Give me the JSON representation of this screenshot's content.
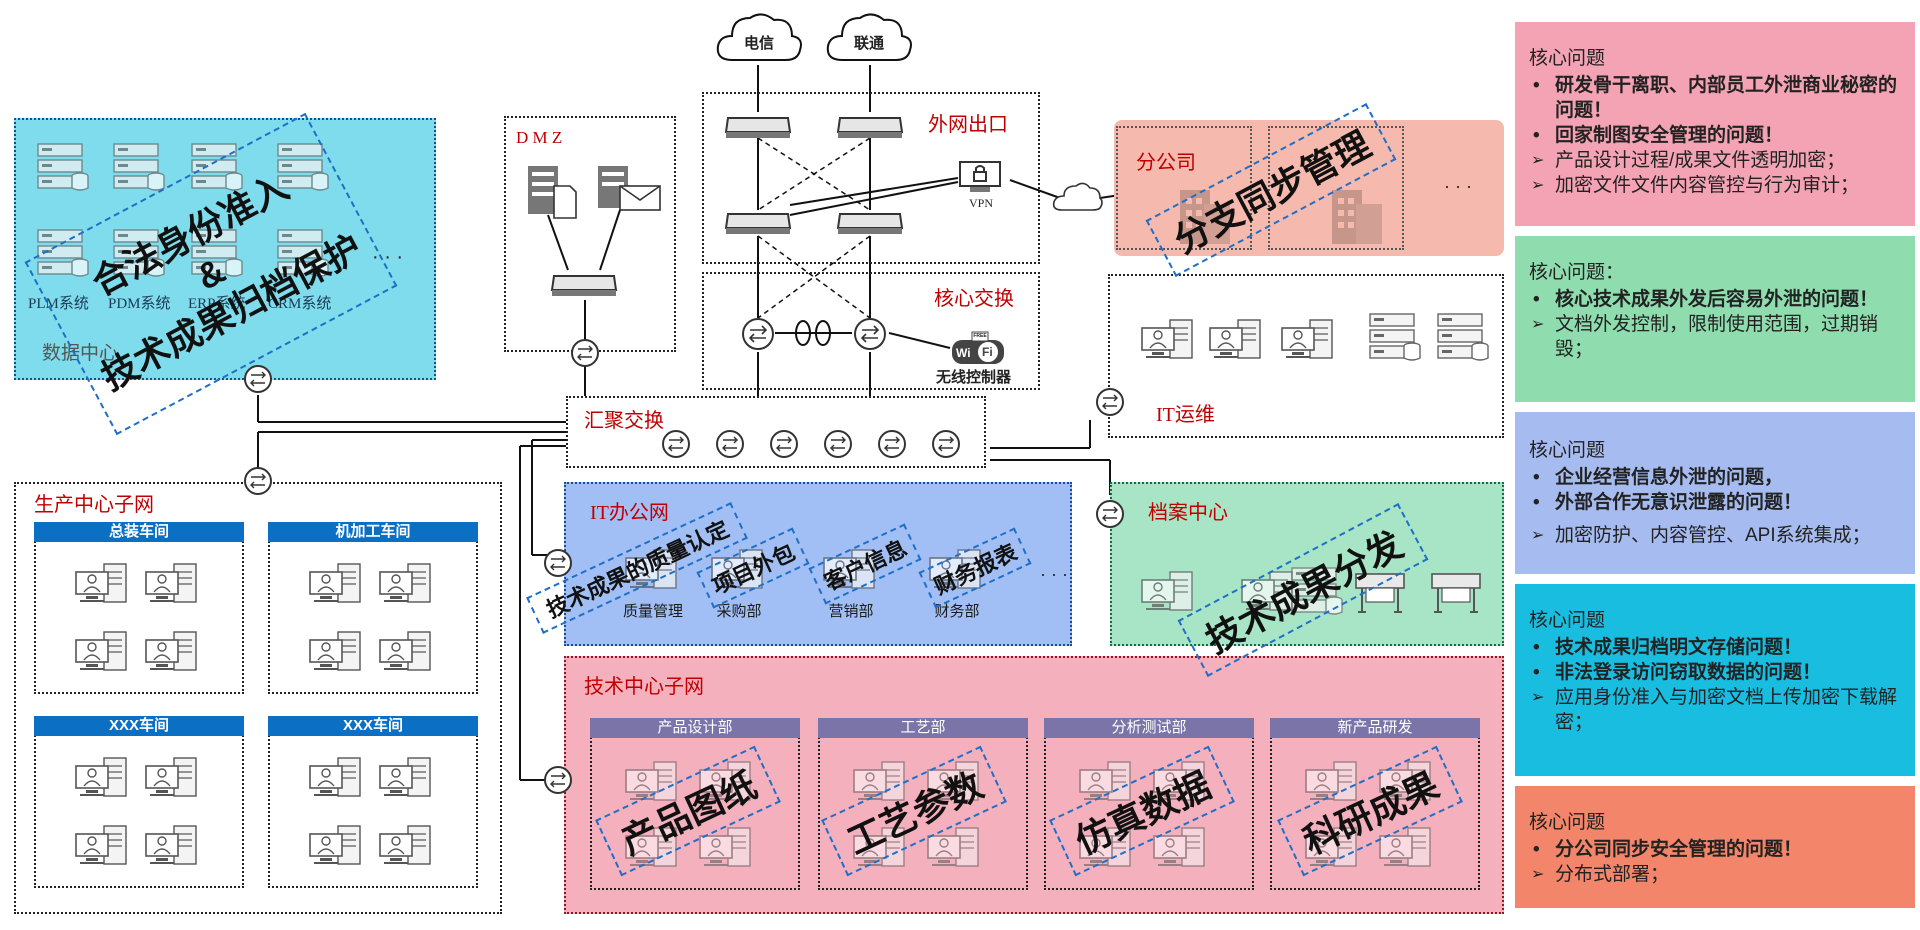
{
  "clouds": {
    "telecom": "电信",
    "unicom": "联通"
  },
  "zones": {
    "dmz": "D M Z",
    "wan_exit": "外网出口",
    "core_switch": "核心交换",
    "vpn": "VPN",
    "wireless": "无线控制器",
    "wifi_badge_top": "Wi",
    "wifi_badge_right": "Fi",
    "wifi_badge_free": "FREE",
    "branch": "分公司",
    "branch_more": "· · ·",
    "it_ops": "IT运维",
    "aggregation": "汇聚交换",
    "data_center": "数据中心",
    "production": "生产中心子网",
    "office": "IT办公网",
    "archive": "档案中心",
    "tech_center": "技术中心子网"
  },
  "data_center": {
    "systems": [
      "PLM系统",
      "PDM系统",
      "ERP系统",
      "CRM系统"
    ],
    "more": "· · ·"
  },
  "production": {
    "workshops": [
      "总装车间",
      "机加工车间",
      "XXX车间",
      "XXX车间"
    ]
  },
  "office": {
    "depts": [
      "质量管理",
      "采购部",
      "营销部",
      "财务部"
    ],
    "more": "· · ·"
  },
  "tech": {
    "depts": [
      "产品设计部",
      "工艺部",
      "分析测试部",
      "新产品研发"
    ]
  },
  "overlays": {
    "dc_line1": "合法身份准入",
    "dc_line2": "&",
    "dc_line3": "技术成果归档保护",
    "branch": "分支同步管理",
    "office1": "技术成果的质量认定",
    "office2": "项目外包",
    "office3": "客户信息",
    "office4": "财务报表",
    "archive": "技术成果分发",
    "tech1": "产品图纸",
    "tech2": "工艺参数",
    "tech3": "仿真数据",
    "tech4": "科研成果"
  },
  "panels": [
    {
      "color": "#f3a3b3",
      "title": "核心问题",
      "bold": [
        "研发骨干离职、内部员工外泄商业秘密的问题！",
        "回家制图安全管理的问题！"
      ],
      "items": [
        "产品设计过程/成果文件透明加密；",
        "加密文件文件内容管控与行为审计；"
      ]
    },
    {
      "color": "#8fdcae",
      "title": "核心问题：",
      "bold": [
        "核心技术成果外发后容易外泄的问题！"
      ],
      "items": [
        "文档外发控制，限制使用范围，过期销毁；"
      ]
    },
    {
      "color": "#a6bcf0",
      "title": "核心问题",
      "bold": [
        "企业经营信息外泄的问题，",
        "外部合作无意识泄露的问题！"
      ],
      "items": [
        "加密防护、内容管控、API系统集成；"
      ]
    },
    {
      "color": "#19bde0",
      "title": "核心问题",
      "bold": [
        "技术成果归档明文存储问题！",
        "非法登录访问窃取数据的问题！"
      ],
      "items": [
        "应用身份准入与加密文档上传加密下载解密；"
      ]
    },
    {
      "color": "#f2856a",
      "title": "核心问题",
      "bold": [
        "分公司同步安全管理的问题！"
      ],
      "items": [
        "分布式部署；"
      ]
    }
  ],
  "colors": {
    "data_center_bg": "#7fdcec",
    "office_bg": "#a2bff5",
    "archive_bg": "#a8e4c6",
    "tech_bg": "#f5b0bd",
    "branch_bg": "#f6b9ae",
    "workshop_header": "#0b6fc4",
    "dept_header": "#7b74a8",
    "overlay_border": "#1f6fc7"
  }
}
